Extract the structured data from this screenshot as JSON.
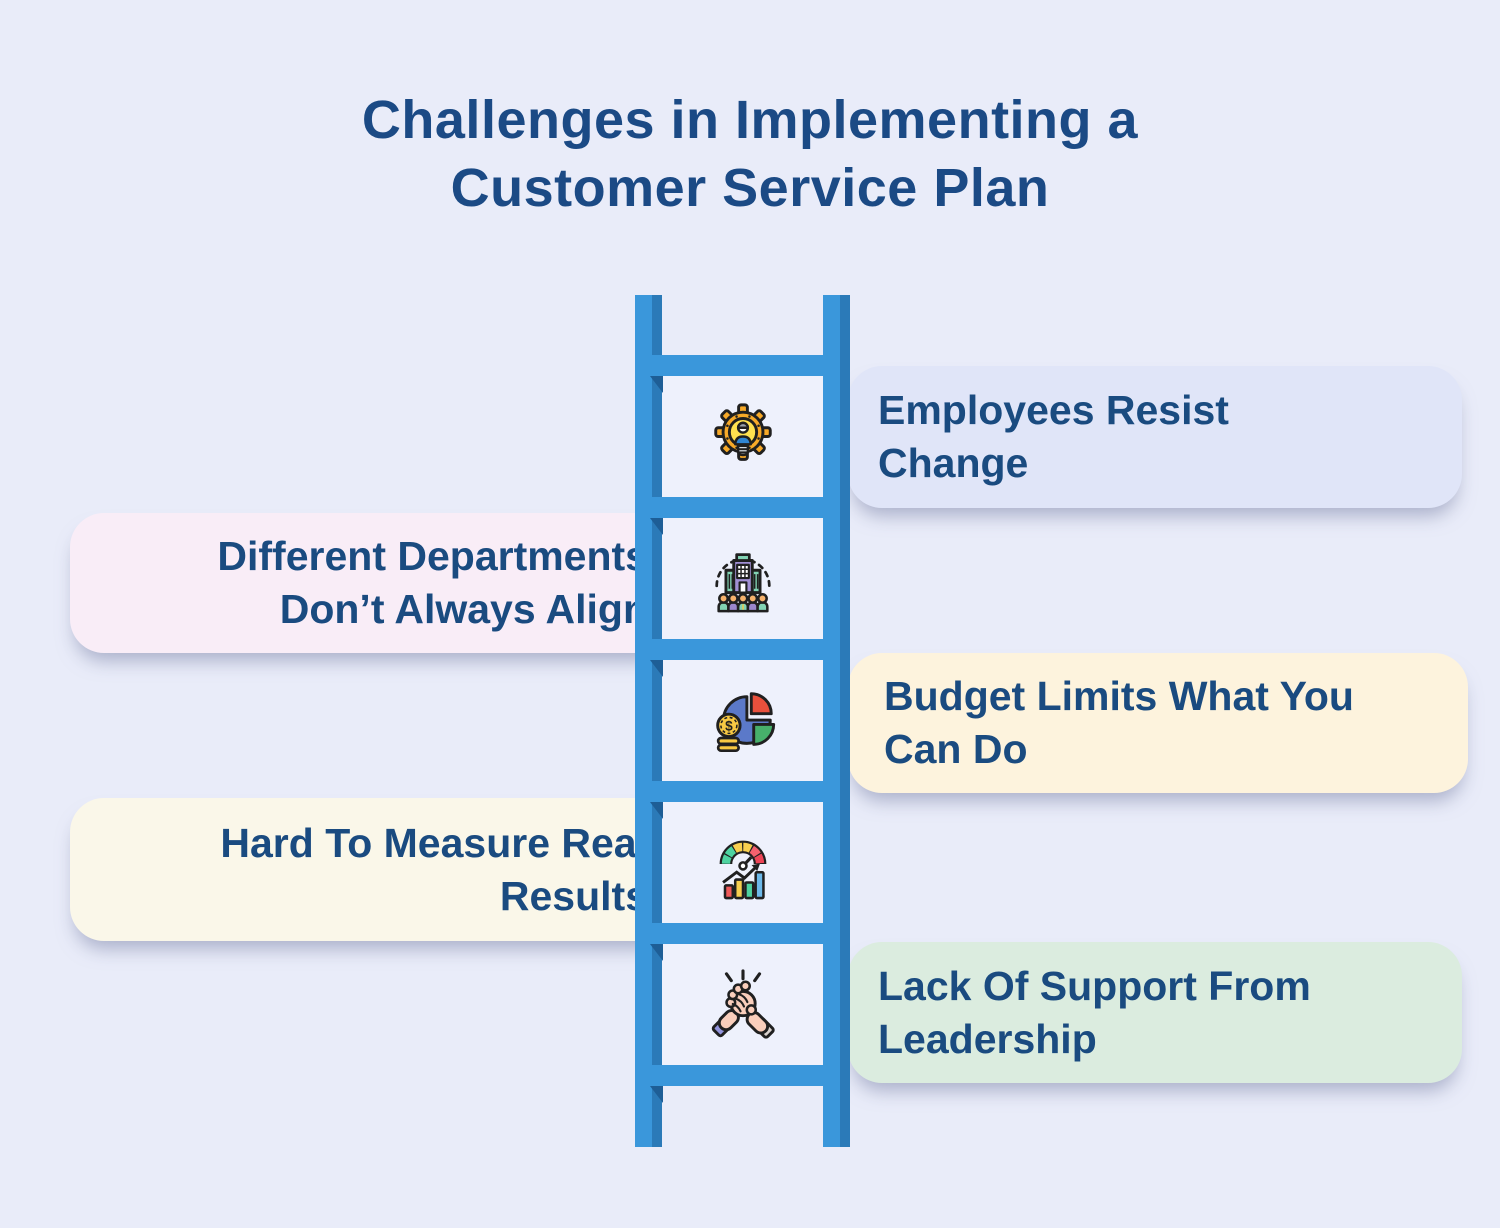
{
  "background": "#e9ecf9",
  "title": {
    "text": "Challenges in Implementing a\nCustomer Service Plan",
    "color": "#1b4a85"
  },
  "label_color": "#1a4b80",
  "ladder": {
    "rail_color": "#3a97db",
    "rail_shade_color": "#2b7ab8",
    "notch_color": "#1e5e96",
    "cell_color": "#eef1fc"
  },
  "items": [
    {
      "side": "right",
      "icon": "gear-person-bulb-icon",
      "label": "Employees Resist\nChange",
      "box_color": "#e0e5f8"
    },
    {
      "side": "left",
      "icon": "organization-building-icon",
      "label": "Different Departments\nDon’t Always Align",
      "box_color": "#f9edf7"
    },
    {
      "side": "right",
      "icon": "budget-pie-coins-icon",
      "label": "Budget Limits What You\nCan Do",
      "box_color": "#fdf3dd"
    },
    {
      "side": "left",
      "icon": "gauge-growth-icon",
      "label": "Hard To Measure Real\nResults",
      "box_color": "#faf7e9"
    },
    {
      "side": "right",
      "icon": "handshake-icon",
      "label": "Lack Of Support From\nLeadership",
      "box_color": "#dbecdf"
    }
  ]
}
